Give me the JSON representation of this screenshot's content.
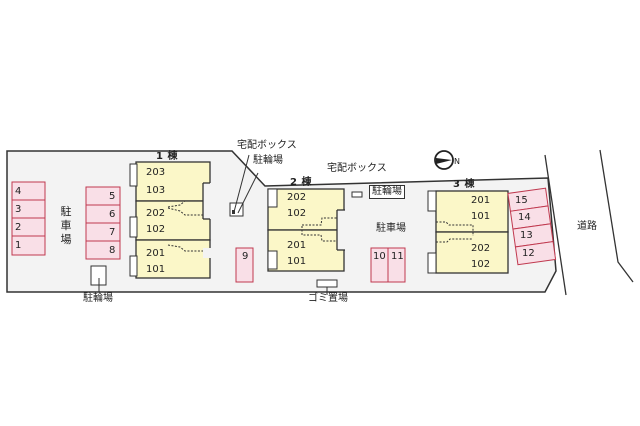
{
  "colors": {
    "site_fill": "#f3f3f3",
    "site_stroke": "#333333",
    "building_fill": "#fbf7c8",
    "building_stroke": "#333333",
    "parking_fill": "#f9dfe7",
    "parking_stroke": "#c0394f"
  },
  "compass": {
    "label": "N"
  },
  "buildings": [
    {
      "name": "1 棟",
      "units": [
        "203",
        "103",
        "202",
        "102",
        "201",
        "101"
      ]
    },
    {
      "name": "2 棟",
      "units": [
        "202",
        "102",
        "201",
        "101"
      ]
    },
    {
      "name": "3 棟",
      "units": [
        "201",
        "101",
        "202",
        "102"
      ]
    }
  ],
  "parking": {
    "left_column": [
      "4",
      "3",
      "2",
      "1"
    ],
    "center_left_column": [
      "5",
      "6",
      "7",
      "8"
    ],
    "single": "9",
    "pair": [
      "10",
      "11"
    ],
    "right_column": [
      "15",
      "14",
      "13",
      "12"
    ]
  },
  "labels": {
    "parking_area_left": "駐車場",
    "parking_area_center": "駐車場",
    "bicycle_parking_bottom": "駐輪場",
    "bicycle_parking_top": "駐輪場",
    "bicycle_parking_box": "駐輪場",
    "delivery_box_left": "宅配ボックス",
    "delivery_box_right": "宅配ボックス",
    "garbage_area": "ゴミ置場",
    "road": "道路"
  }
}
